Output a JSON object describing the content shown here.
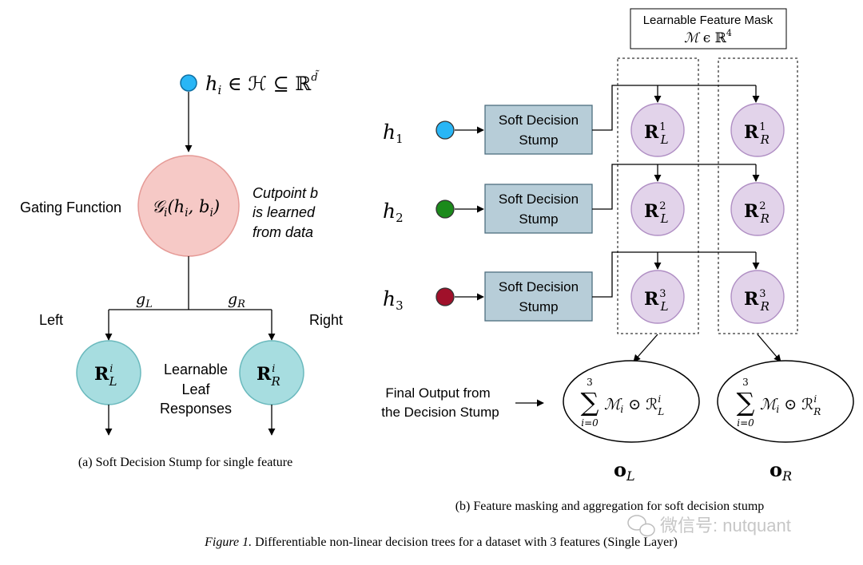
{
  "panel_a": {
    "input_label_h": "h",
    "input_label_i": "i",
    "input_label_rest": " ∈ ℋ ⊆ ℝ",
    "input_label_sup": "d̃",
    "gating_label": "Gating Function",
    "gating_math_g": "𝒢",
    "gating_math_sub": "i",
    "gating_math_args": "(h",
    "gating_math_args2": "i",
    "gating_math_args3": ", b",
    "gating_math_args4": "i",
    "gating_math_close": ")",
    "cutpoint_line1": "Cutpoint b",
    "cutpoint_line2": "is learned",
    "cutpoint_line3": "from data",
    "g_left": "g",
    "g_left_sub": "L",
    "g_right": "g",
    "g_right_sub": "R",
    "left_label": "Left",
    "right_label": "Right",
    "leaf_left_R": "R",
    "leaf_left_sup": "i",
    "leaf_left_sub": "L",
    "leaf_right_R": "R",
    "leaf_right_sup": "i",
    "leaf_right_sub": "R",
    "leaf_text_line1": "Learnable",
    "leaf_text_line2": "Leaf",
    "leaf_text_line3": "Responses",
    "caption": "(a) Soft Decision Stump for single feature"
  },
  "panel_b": {
    "mask_title_line1": "Learnable Feature Mask",
    "mask_title_M": "ℳ",
    "mask_title_rest": " ϵ ℝ",
    "mask_title_sup": "4",
    "rows": [
      {
        "h": "h",
        "h_sub": "1",
        "color": "#29b6f6",
        "stump_line1": "Soft Decision",
        "stump_line2": "Stump",
        "sup": "1"
      },
      {
        "h": "h",
        "h_sub": "2",
        "color": "#1b8a1b",
        "stump_line1": "Soft Decision",
        "stump_line2": "Stump",
        "sup": "2"
      },
      {
        "h": "h",
        "h_sub": "3",
        "color": "#a0102a",
        "stump_line1": "Soft Decision",
        "stump_line2": "Stump",
        "sup": "3"
      }
    ],
    "leaf_R": "R",
    "leaf_sub_L": "L",
    "leaf_sub_R": "R",
    "final_output_line1": "Final Output from",
    "final_output_line2": "the Decision Stump",
    "sum_top": "3",
    "sum_bottom": "i=0",
    "sum_symbol": "∑",
    "sum_body_left": "ℳ",
    "sum_body_i": "i",
    "sum_body_odot": " ⊙ ℛ",
    "sum_body_sup": "i",
    "sum_body_subL": "L",
    "sum_body_subR": "R",
    "out_left_o": "o",
    "out_left_sub": "L",
    "out_right_o": "o",
    "out_right_sub": "R",
    "caption": "(b) Feature masking and aggregation for soft decision stump"
  },
  "figure_caption_label": "Figure 1.",
  "figure_caption_text": " Differentiable non-linear decision trees for a dataset with 3 features (Single Layer)",
  "watermark": "微信号: nutquant",
  "colors": {
    "gating_fill": "#f6c9c6",
    "gating_stroke": "#e59a96",
    "leaf_teal_fill": "#a7dde0",
    "leaf_teal_stroke": "#6ab9bd",
    "leaf_purple_fill": "#e2d3ea",
    "leaf_purple_stroke": "#b08fc4",
    "stump_fill": "#b7cdd8",
    "stump_stroke": "#4e6e80"
  }
}
